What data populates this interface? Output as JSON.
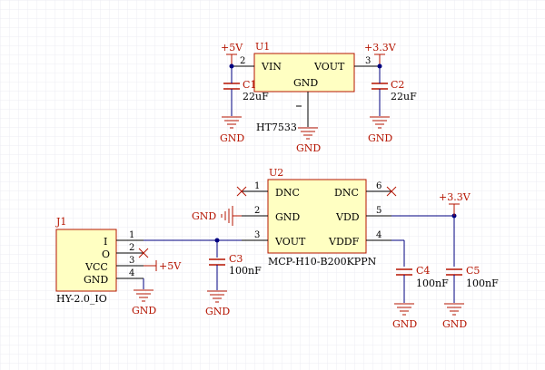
{
  "colors": {
    "background": "#ffffff",
    "grid": "#ececf3",
    "wire": "#000080",
    "component": "#b51400",
    "body_fill": "#ffffc2",
    "text": "#000000"
  },
  "nets": {
    "vin_5v": "+5V",
    "v33": "+3.3V",
    "gnd": "GND"
  },
  "u1": {
    "designator": "U1",
    "part": "HT7533",
    "pins": [
      {
        "num": "2",
        "name": "VIN"
      },
      {
        "num": "3",
        "name": "VOUT"
      },
      {
        "num": "",
        "name": "GND"
      }
    ]
  },
  "c1": {
    "designator": "C1",
    "value": "22uF"
  },
  "c2": {
    "designator": "C2",
    "value": "22uF"
  },
  "u2": {
    "designator": "U2",
    "part": "MCP-H10-B200KPPN",
    "pins": [
      {
        "num": "1",
        "name": "DNC"
      },
      {
        "num": "2",
        "name": "GND"
      },
      {
        "num": "3",
        "name": "VOUT"
      },
      {
        "num": "6",
        "name": "DNC"
      },
      {
        "num": "5",
        "name": "VDD"
      },
      {
        "num": "4",
        "name": "VDDF"
      }
    ]
  },
  "c3": {
    "designator": "C3",
    "value": "100nF"
  },
  "c4": {
    "designator": "C4",
    "value": "100nF"
  },
  "c5": {
    "designator": "C5",
    "value": "100nF"
  },
  "j1": {
    "designator": "J1",
    "part": "HY-2.0_IO",
    "pins": [
      {
        "num": "1",
        "name": "I"
      },
      {
        "num": "2",
        "name": "O"
      },
      {
        "num": "3",
        "name": "VCC"
      },
      {
        "num": "4",
        "name": "GND"
      }
    ]
  }
}
